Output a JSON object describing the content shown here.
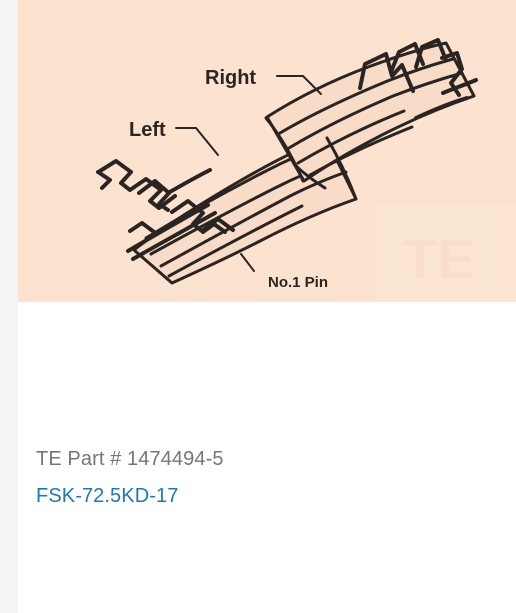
{
  "product": {
    "image_labels": {
      "right": "Right",
      "left": "Left",
      "pin": "No.1 Pin",
      "watermark": "TE"
    },
    "part_number_text": "TE Part # 1474494-5",
    "part_name": "FSK-72.5KD-17"
  },
  "colors": {
    "image_background": "#fbe3cf",
    "link": "#1f78b4",
    "muted_text": "#767676",
    "line_art": "#2a2522"
  }
}
